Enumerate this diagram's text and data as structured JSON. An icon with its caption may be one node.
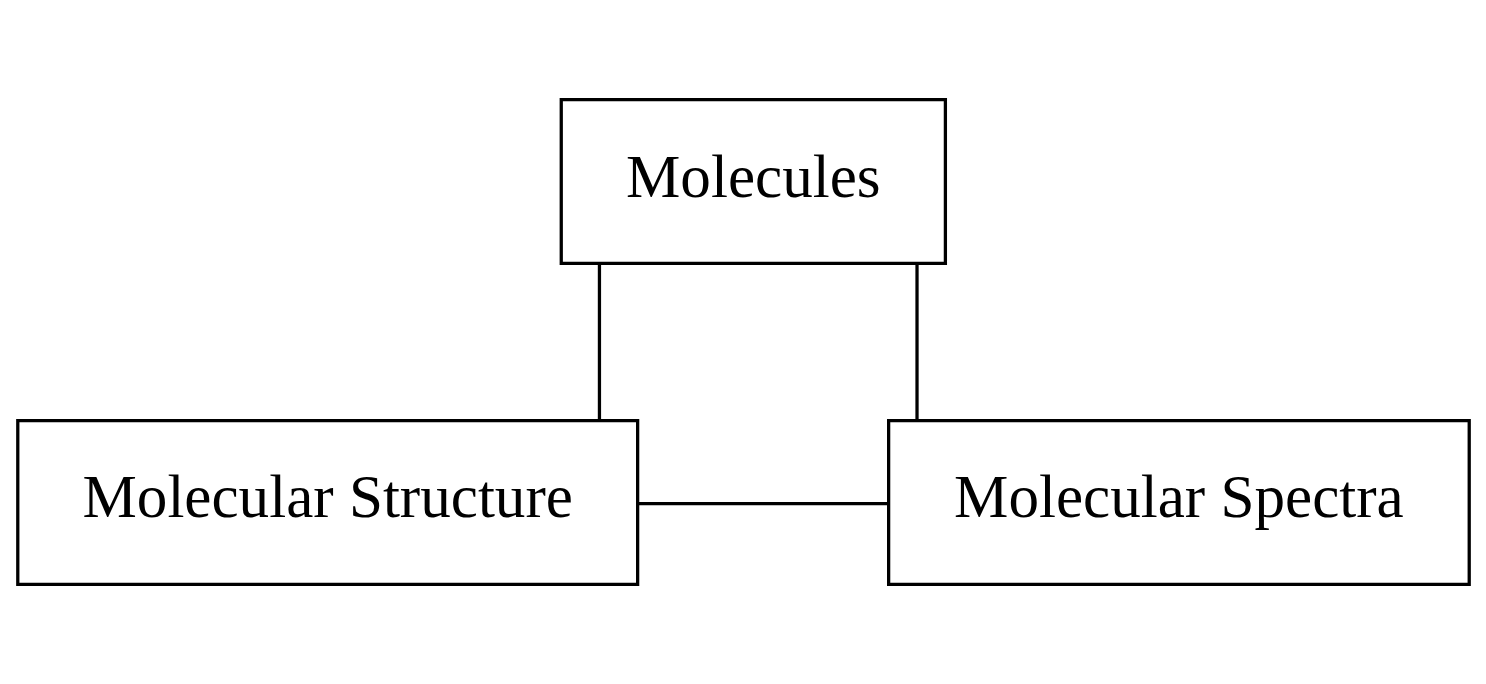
{
  "diagram": {
    "nodes": [
      {
        "text": [
          "Molecules"
        ]
      },
      {
        "text": [
          "Molecular Structure"
        ]
      },
      {
        "text": [
          "Molecular Spectra"
        ]
      }
    ],
    "edges": [
      {
        "from": 0,
        "to": 1,
        "arrow": "none"
      },
      {
        "from": 0,
        "to": 2,
        "arrow": "none"
      },
      {
        "from": 1,
        "to": 2,
        "arrow": "none"
      }
    ]
  }
}
